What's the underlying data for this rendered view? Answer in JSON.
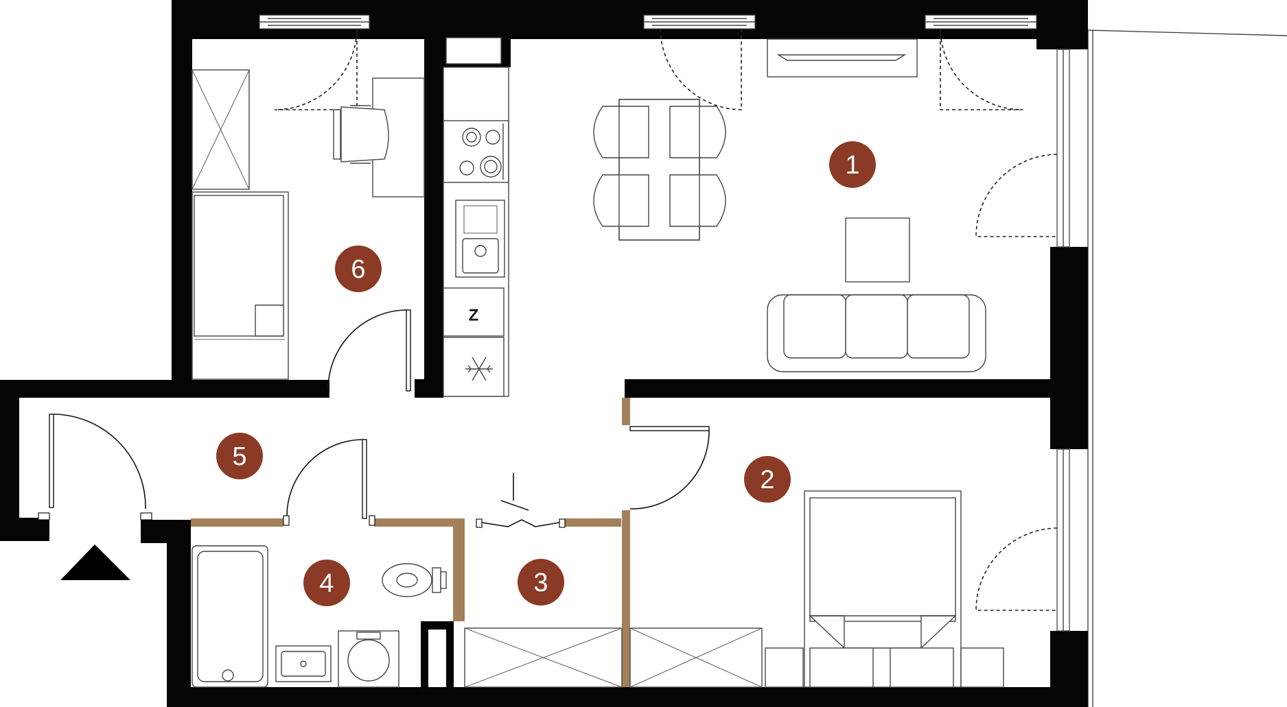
{
  "rooms": [
    {
      "id": "room-1",
      "number": "1"
    },
    {
      "id": "room-2",
      "number": "2"
    },
    {
      "id": "room-3",
      "number": "3"
    },
    {
      "id": "room-4",
      "number": "4"
    },
    {
      "id": "room-5",
      "number": "5"
    },
    {
      "id": "room-6",
      "number": "6"
    }
  ],
  "appliances": {
    "fridge_label": "Z"
  },
  "icons": {
    "entrance": "entrance-arrow-icon",
    "freezer": "snowflake-icon"
  },
  "colors": {
    "wall": "#050505",
    "partition": "#a3805a",
    "room_marker": "#8a3a25",
    "marker_text": "#ffffff"
  }
}
